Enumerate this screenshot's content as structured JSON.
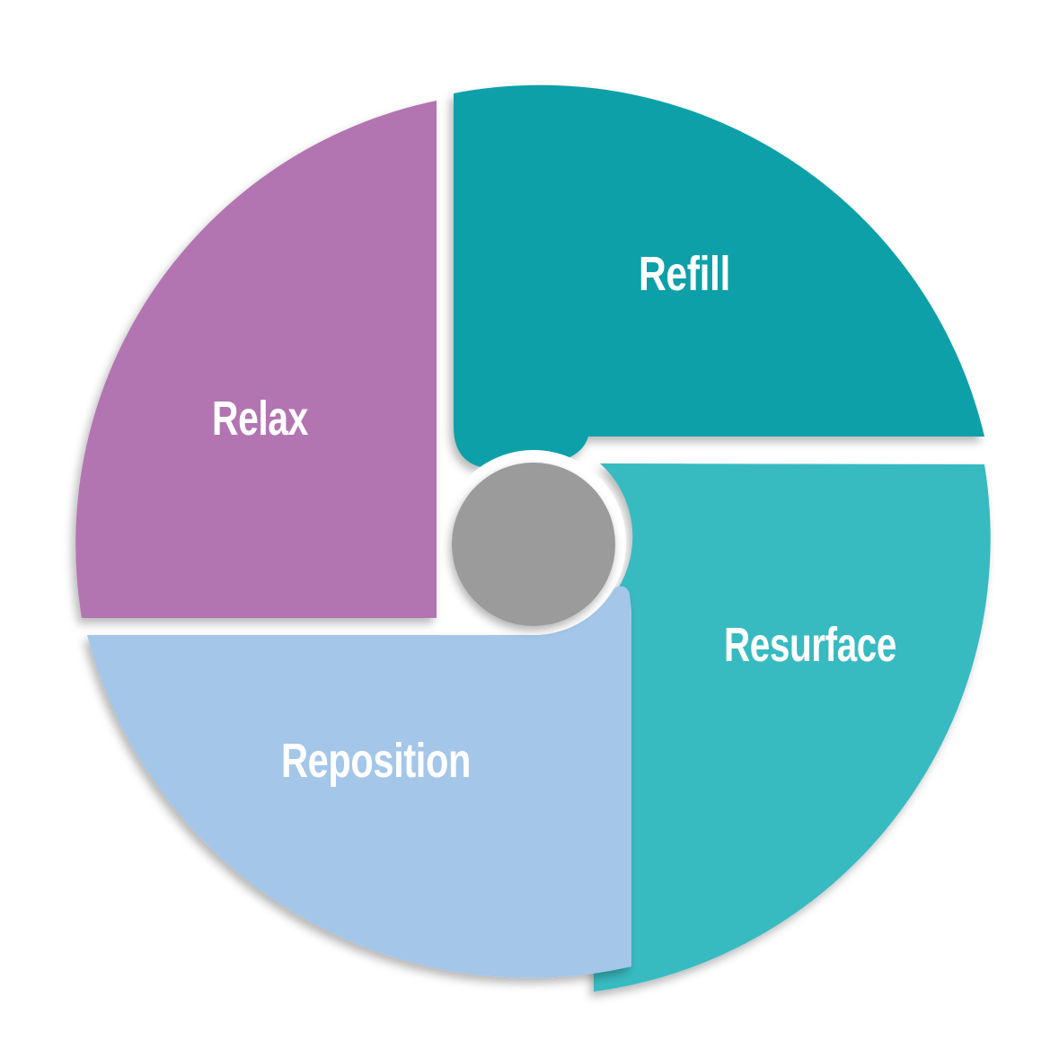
{
  "diagram": {
    "type": "cycle-matrix",
    "background": "#ffffff",
    "center_circle": {
      "fill": "#9b9b9b",
      "ring_fill": "#ffffff"
    },
    "quadrants": [
      {
        "id": "refill",
        "label": "Refill",
        "position": "top-right",
        "color": "#0aa0a8",
        "label_color": "#ffffff"
      },
      {
        "id": "resurface",
        "label": "Resurface",
        "position": "bottom-right",
        "color": "#38bac1",
        "label_color": "#ffffff"
      },
      {
        "id": "reposition",
        "label": "Reposition",
        "position": "bottom-left",
        "color": "#a3c6e9",
        "label_color": "#ffffff"
      },
      {
        "id": "relax",
        "label": "Relax",
        "position": "top-left",
        "color": "#b274b2",
        "label_color": "#ffffff"
      }
    ]
  }
}
